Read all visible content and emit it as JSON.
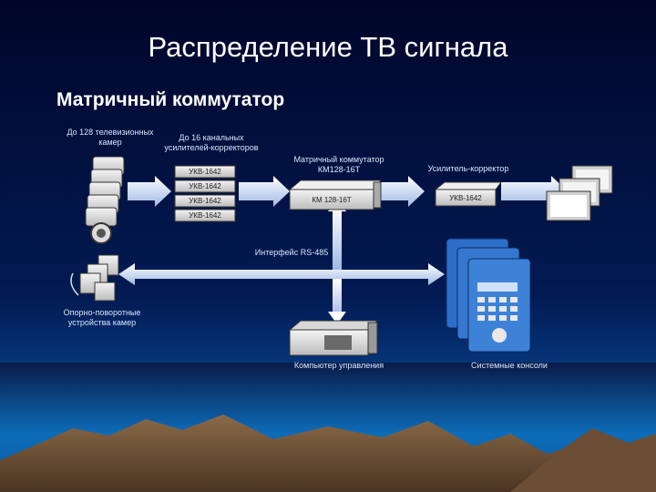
{
  "title": "Распределение ТВ сигнала",
  "subtitle": "Матричный коммутатор",
  "labels": {
    "cameras": "До 128 телевизионных камер",
    "correctors": "До 16 канальных усилителей-корректоров",
    "matrix": "Матричный коммутатор КМ128-16Т",
    "amp": "Усилитель-корректор",
    "interface": "Интерфейс RS-485",
    "ptz": "Опорно-поворотные устройства камер",
    "computer": "Компьютер управления",
    "consoles": "Системные консоли"
  },
  "devices": {
    "corrector_model": "УКВ-1642",
    "matrix_model": "КМ 128-16Т",
    "amp_model": "УКВ-1642"
  },
  "colors": {
    "arrow": "#cfe0ff",
    "device": "#e6e6e6",
    "background": "#001048"
  }
}
